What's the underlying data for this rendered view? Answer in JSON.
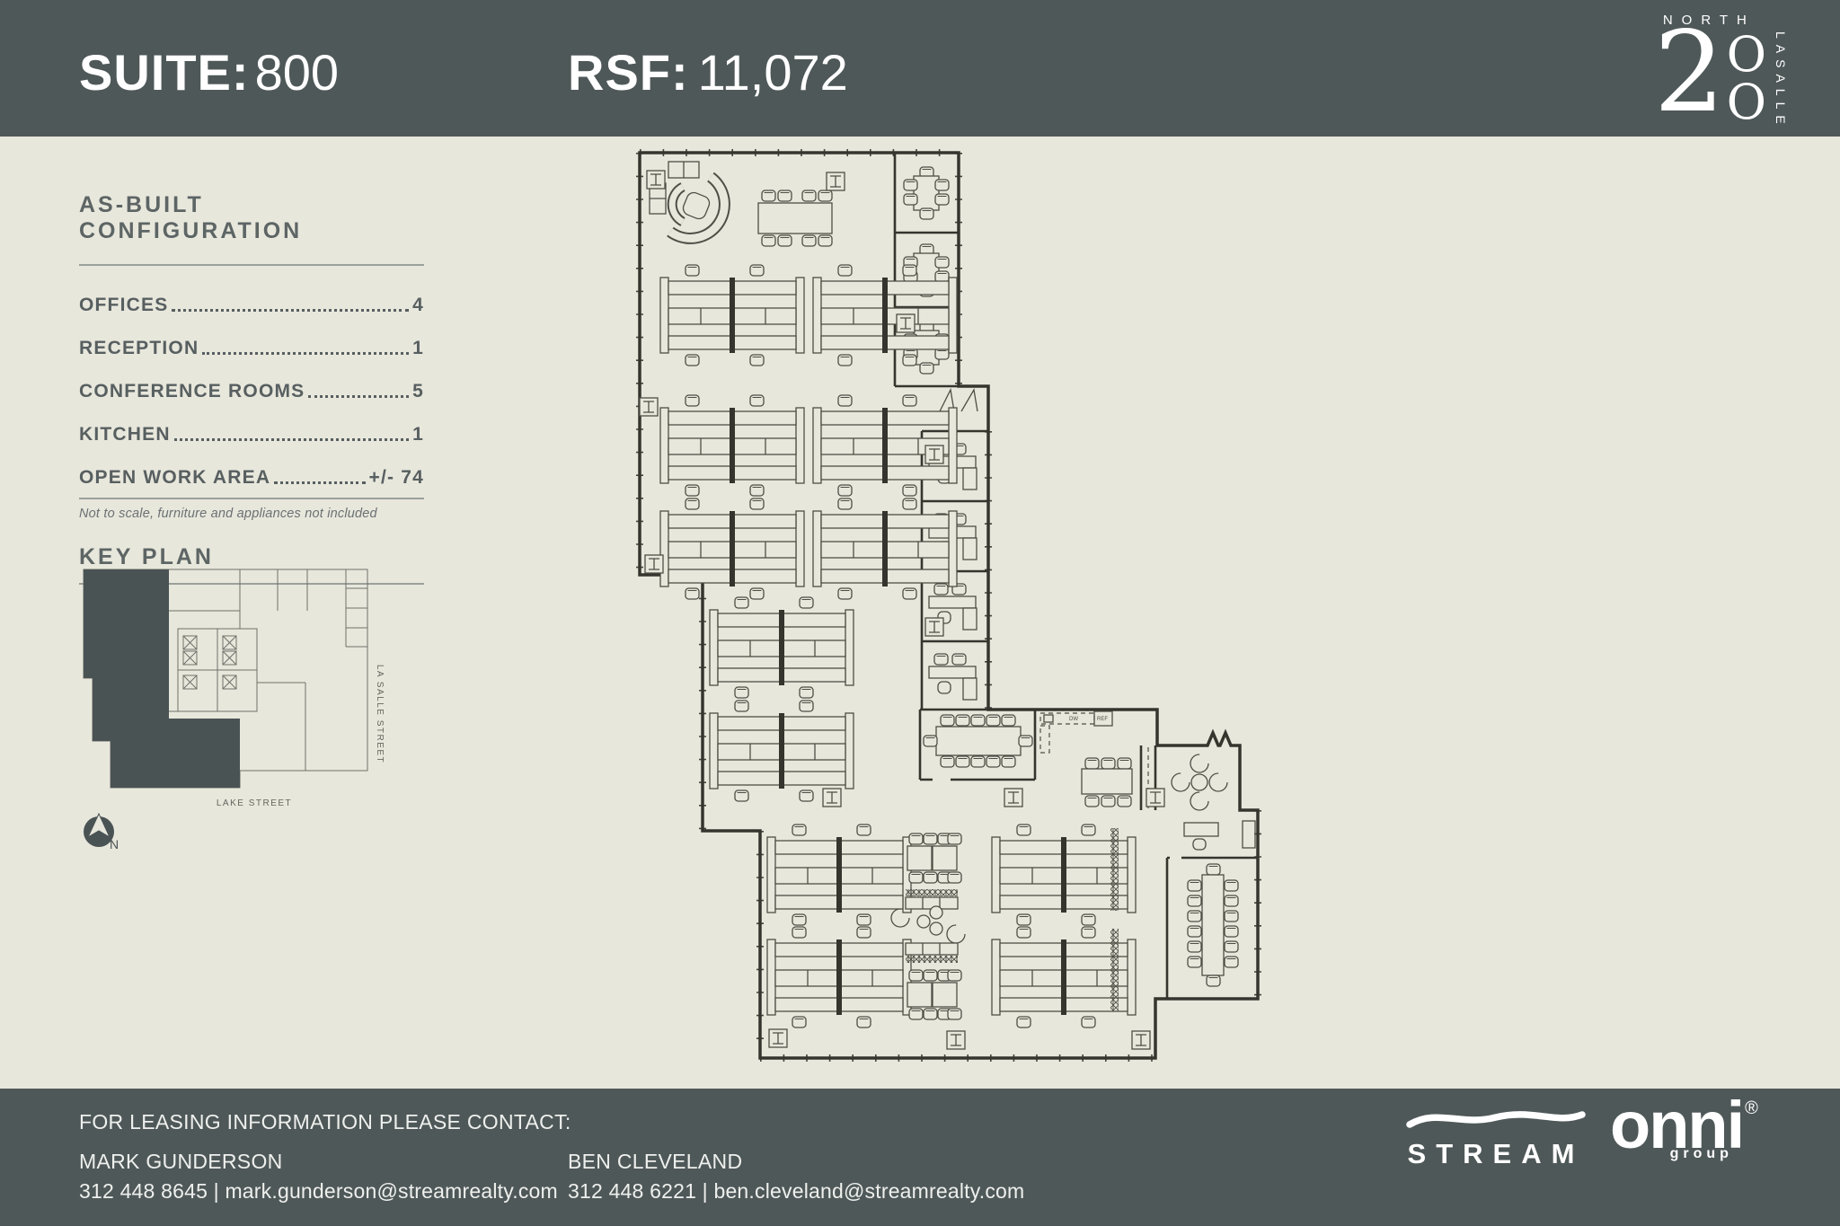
{
  "colors": {
    "header_bg": "#4f5859",
    "page_bg": "#e8e7dc",
    "text_gray": "#5d6565",
    "plan_line": "#4f4e46",
    "wall": "#35352e",
    "suite_fill": "#4a5354",
    "white": "#ffffff"
  },
  "header": {
    "suite_label": "SUITE:",
    "suite_value": "800",
    "rsf_label": "RSF:",
    "rsf_value": "11,072"
  },
  "building_logo": {
    "north": "NORTH",
    "digit": "2",
    "o_top": "O",
    "o_bottom": "O",
    "lasalle": "LASALLE"
  },
  "sidebar": {
    "config_title": "AS-BUILT CONFIGURATION",
    "items": [
      {
        "label": "OFFICES",
        "value": "4"
      },
      {
        "label": "RECEPTION",
        "value": "1"
      },
      {
        "label": "CONFERENCE ROOMS",
        "value": "5"
      },
      {
        "label": "KITCHEN",
        "value": "1"
      },
      {
        "label": "OPEN WORK AREA",
        "value": "+/- 74"
      }
    ],
    "note": "Not to scale, furniture and appliances not included",
    "keyplan_title": "KEY PLAN",
    "keyplan": {
      "street_right": "LA SALLE STREET",
      "street_bottom": "LAKE STREET",
      "north_label": "N"
    }
  },
  "plan": {
    "kitchen_dw": "DW",
    "kitchen_ref": "REF"
  },
  "footer": {
    "heading": "FOR LEASING INFORMATION PLEASE CONTACT:",
    "contacts": [
      {
        "name": "MARK GUNDERSON",
        "line": "312 448 8645 | mark.gunderson@streamrealty.com"
      },
      {
        "name": "BEN CLEVELAND",
        "line": "312 448 6221 | ben.cleveland@streamrealty.com"
      }
    ],
    "stream_logo": "STREAM",
    "onni_logo": "onni",
    "onni_group": "group",
    "reg_mark": "®"
  }
}
